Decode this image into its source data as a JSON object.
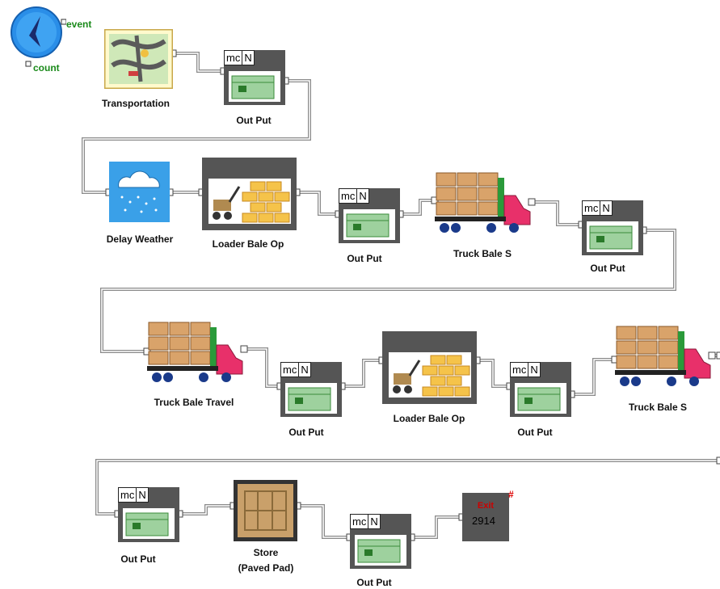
{
  "generator": {
    "event_label": "event",
    "count_label": "count"
  },
  "outputs": {
    "mc_label": "mc",
    "n_label": "N",
    "label": "Out Put"
  },
  "nodes": {
    "transportation": "Transportation",
    "delay_weather": "Delay Weather",
    "loader_bale_op_1": "Loader Bale Op",
    "truck_bale_s_1": "Truck Bale S",
    "truck_bale_travel": "Truck Bale Travel",
    "loader_bale_op_2": "Loader Bale Op",
    "truck_bale_s_2": "Truck Bale S",
    "store_line1": "Store",
    "store_line2": "(Paved Pad)"
  },
  "exit": {
    "title": "Exit",
    "count": "2914",
    "hash": "#"
  },
  "colors": {
    "wire": "#8a8a8a",
    "block_dark": "#555555",
    "sky": "#3aa0e8",
    "truck_red": "#e8306a",
    "bale": "#d9a36a"
  }
}
